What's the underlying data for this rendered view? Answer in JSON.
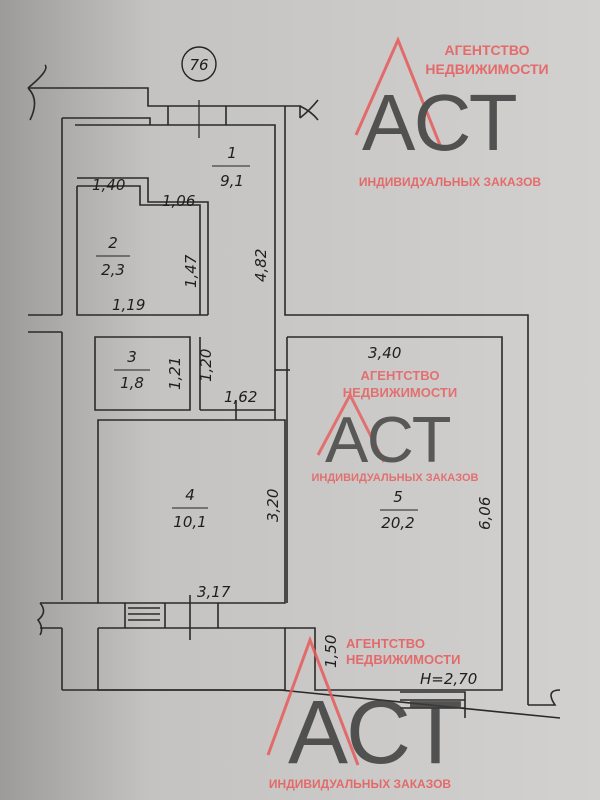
{
  "axis_marker": "76",
  "rooms": [
    {
      "number": "1",
      "area": "9,1"
    },
    {
      "number": "2",
      "area": "2,3"
    },
    {
      "number": "3",
      "area": "1,8"
    },
    {
      "number": "4",
      "area": "10,1"
    },
    {
      "number": "5",
      "area": "20,2"
    }
  ],
  "dimensions": {
    "d140": "1,40",
    "d106": "1,06",
    "d147": "1,47",
    "d482": "4,82",
    "d119": "1,19",
    "d121": "1,21",
    "d120": "1,20",
    "d162": "1,62",
    "d340": "3,40",
    "d320": "3,20",
    "d606": "6,06",
    "d317": "3,17",
    "d150": "1,50"
  },
  "ceiling_height": "H=2,70",
  "watermark": {
    "line1": "АГЕНТСТВО",
    "line2": "НЕДВИЖИМОСТИ",
    "logo": "АСТ",
    "line3": "ИНДИВИДУАЛЬНЫХ ЗАКАЗОВ"
  }
}
